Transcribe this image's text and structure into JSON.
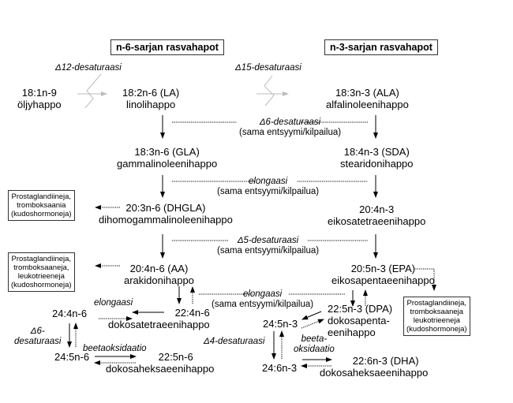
{
  "headers": {
    "n6": "n-6-sarjan rasvahapot",
    "n3": "n-3-sarjan rasvahapot"
  },
  "enzymes": {
    "d12": "Δ12-desaturaasi",
    "d15": "Δ15-desaturaasi",
    "d6": "Δ6-desaturaasi",
    "elong1": "elongaasi",
    "d5": "Δ5-desaturaasi",
    "elong2": "elongaasi",
    "same_enzyme": "(sama entsyymi/kilpailua)",
    "elong_left": "elongaasi",
    "d6_left_1": "Δ6-",
    "d6_left_2": "desaturaasi",
    "beta_left": "beetaoksidaatio",
    "d4": "Δ4-desaturaasi",
    "beta_right_1": "beeta-",
    "beta_right_2": "oksidaatio"
  },
  "nodes": {
    "oleic": {
      "code": "18:1n-9",
      "name": "öljyhappo"
    },
    "la": {
      "code": "18:2n-6 (LA)",
      "name": "linolihappo"
    },
    "ala": {
      "code": "18:3n-3 (ALA)",
      "name": "alfalinoleenihappo"
    },
    "gla": {
      "code": "18:3n-6 (GLA)",
      "name": "gammalinoleenihappo"
    },
    "sda": {
      "code": "18:4n-3 (SDA)",
      "name": "stearidonihappo"
    },
    "dhgla": {
      "code": "20:3n-6 (DHGLA)",
      "name": "dihomogammalinoleenihappo"
    },
    "eta": {
      "code": "20:4n-3",
      "name": "eikosatetraeenihappo"
    },
    "aa": {
      "code": "20:4n-6 (AA)",
      "name": "arakidonihappo"
    },
    "epa": {
      "code": "20:5n-3 (EPA)",
      "name": "eikosapentaeenihappo"
    },
    "c224n6": {
      "code": "22:4n-6",
      "name": "dokosatetraeenihappo"
    },
    "c244n6": {
      "code": "24:4n-6"
    },
    "c245n6": {
      "code": "24:5n-6"
    },
    "c225n6": {
      "code": "22:5n-6",
      "name": "dokosaheksaeenihappo"
    },
    "dpa": {
      "code": "22:5n-3 (DPA)",
      "name1": "dokosapenta-",
      "name2": "eenihappo"
    },
    "c245n3": {
      "code": "24:5n-3"
    },
    "c246n3": {
      "code": "24:6n-3"
    },
    "dha": {
      "code": "22:6n-3 (DHA)",
      "name": "dokosaheksaeenihappo"
    }
  },
  "boxes": {
    "dhgla_products": [
      "Prostaglandiineja,",
      "tromboksaania",
      "(kudoshormoneja)"
    ],
    "aa_products": [
      "Prostaglandiineja,",
      "tromboksaaneja,",
      "leukotrieeneja",
      "(kudoshormoneja)"
    ],
    "epa_products": [
      "Prostaglandiineja,",
      "tromboksaaneja",
      "leukotrieeneja",
      "(kudoshormoneja)"
    ]
  }
}
